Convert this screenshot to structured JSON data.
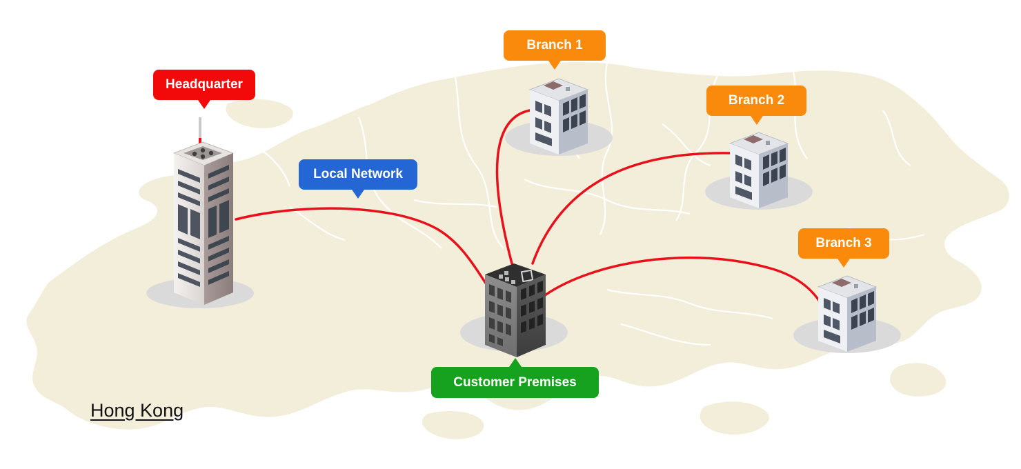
{
  "region_label": "Hong Kong",
  "callouts": {
    "headquarter": {
      "label": "Headquarter",
      "color": "#f20a0a"
    },
    "local_network": {
      "label": "Local Network",
      "color": "#2467d4"
    },
    "branch1": {
      "label": "Branch 1",
      "color": "#f98a0c"
    },
    "branch2": {
      "label": "Branch 2",
      "color": "#f98a0c"
    },
    "branch3": {
      "label": "Branch 3",
      "color": "#f98a0c"
    },
    "customer_premises": {
      "label": "Customer Premises",
      "color": "#16a21e"
    }
  },
  "colors": {
    "map_land": "#f3eeda",
    "map_district_border": "#ffffff",
    "link_line": "#e8101a",
    "building_shadow": "#dadada"
  },
  "links": [
    {
      "from": "Customer Premises",
      "to": "Headquarter"
    },
    {
      "from": "Customer Premises",
      "to": "Branch 1"
    },
    {
      "from": "Customer Premises",
      "to": "Branch 2"
    },
    {
      "from": "Customer Premises",
      "to": "Branch 3"
    }
  ]
}
